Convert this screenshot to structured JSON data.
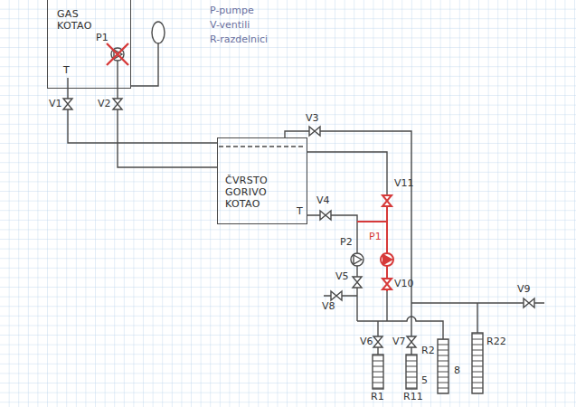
{
  "diagram": {
    "nodes": [
      {
        "text": [
          "GAS KOTAO"
        ]
      },
      {
        "text": [
          "ČVRSTO GORIVO KOTAO"
        ]
      }
    ],
    "edges": [
      {
        "from": 0,
        "to": 1,
        "arrow": "none"
      },
      {
        "from": 0,
        "to": 1,
        "arrow": "none"
      }
    ],
    "labels": [
      "P-pumpe",
      "V-ventili",
      "R-razdelnici",
      "P1",
      "T",
      "V1",
      "V2",
      "V3",
      "V4",
      "T",
      "V11",
      "P2",
      "P1",
      "V5",
      "V10",
      "V8",
      "V9",
      "V6",
      "V7",
      "R2",
      "R22",
      "R1",
      "R11",
      "8",
      "5"
    ]
  }
}
